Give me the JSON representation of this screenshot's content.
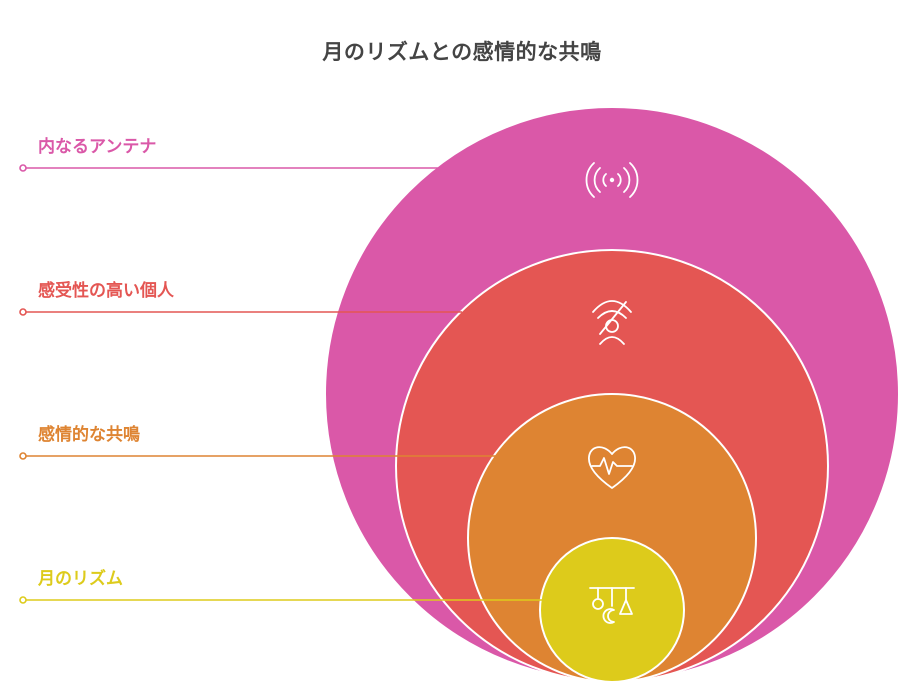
{
  "title": "月のリズムとの感情的な共鳴",
  "layers": [
    {
      "label": "内なるアンテナ",
      "color": "#DA58A8",
      "icon": "broadcast-icon"
    },
    {
      "label": "感受性の高い個人",
      "color": "#E45653",
      "icon": "sensitive-person-icon"
    },
    {
      "label": "感情的な共鳴",
      "color": "#DE8432",
      "icon": "heart-pulse-icon"
    },
    {
      "label": "月のリズム",
      "color": "#DDCB1B",
      "icon": "moon-phases-icon"
    }
  ]
}
